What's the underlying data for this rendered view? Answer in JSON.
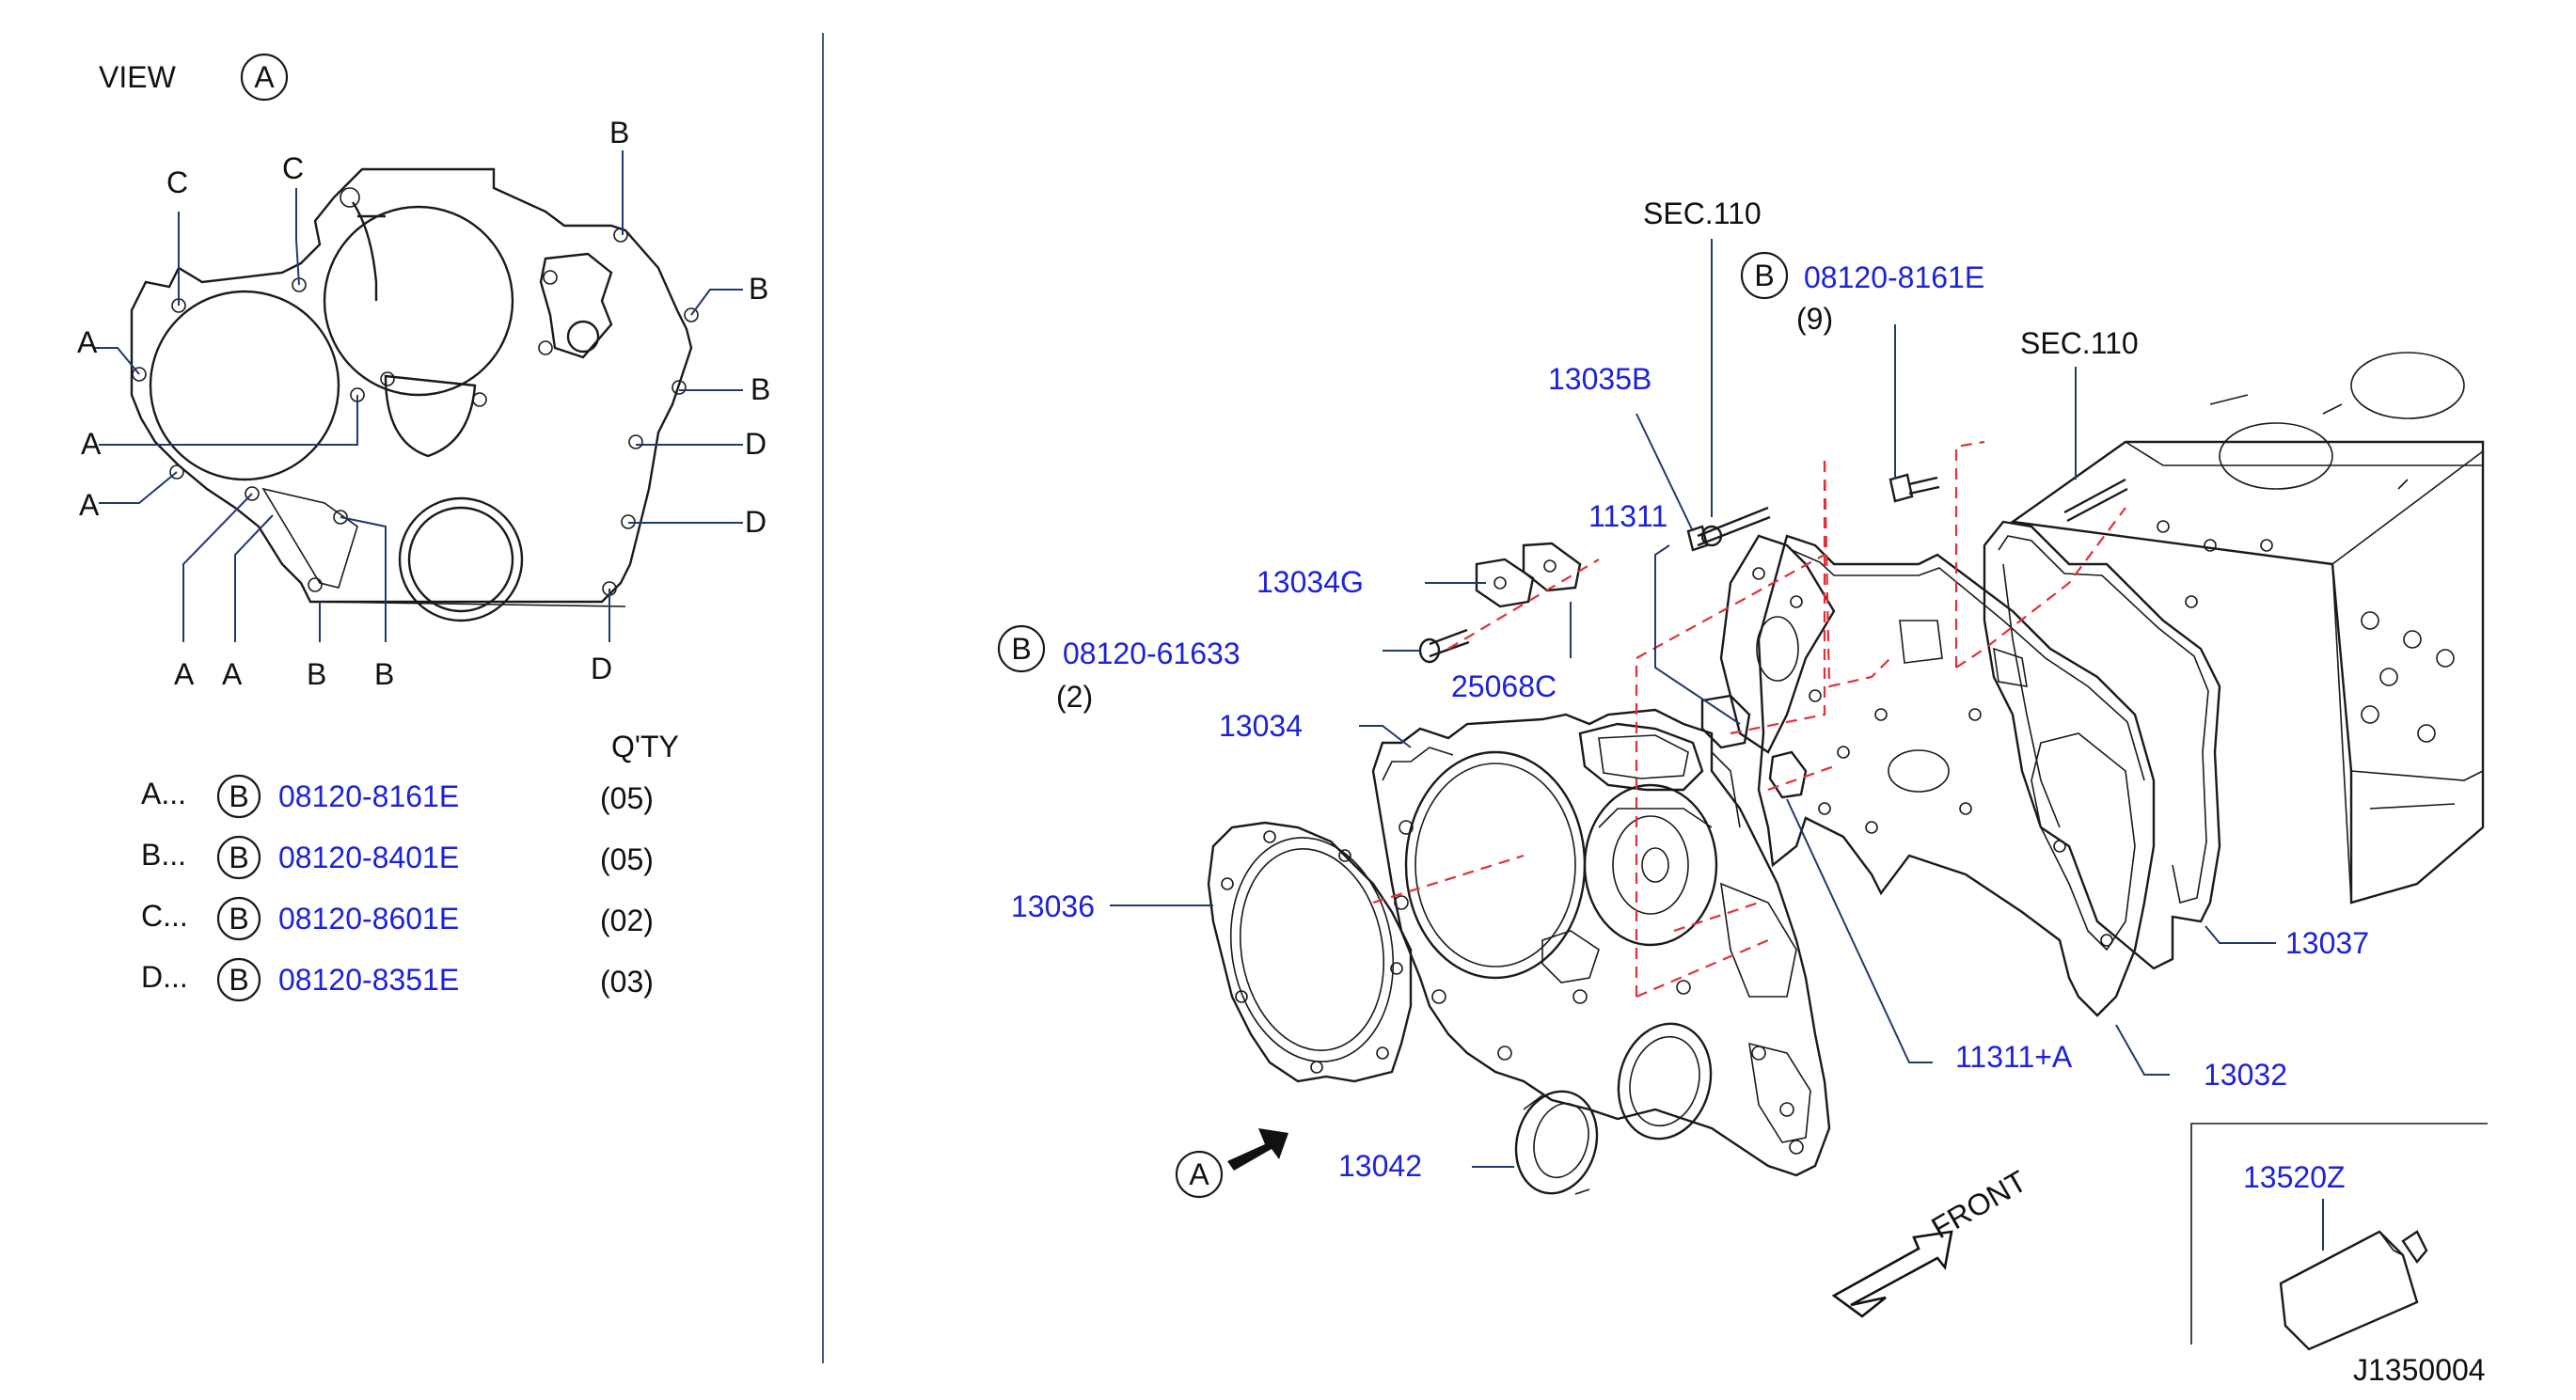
{
  "view": {
    "title": "VIEW",
    "ref": "A"
  },
  "view_callouts": {
    "A1": "A",
    "A2": "A",
    "A3": "A",
    "A4": "A",
    "A5": "A",
    "B1": "B",
    "B2": "B",
    "B3": "B",
    "B4": "B",
    "B5": "B",
    "C1": "C",
    "C2": "C",
    "D1": "D",
    "D2": "D",
    "D3": "D"
  },
  "qty_table": {
    "header": "Q'TY",
    "rows": [
      {
        "key": "A...",
        "badge": "B",
        "part": "08120-8161E",
        "qty": "(05)"
      },
      {
        "key": "B...",
        "badge": "B",
        "part": "08120-8401E",
        "qty": "(05)"
      },
      {
        "key": "C...",
        "badge": "B",
        "part": "08120-8601E",
        "qty": "(02)"
      },
      {
        "key": "D...",
        "badge": "B",
        "part": "08120-8351E",
        "qty": "(03)"
      }
    ]
  },
  "callouts": {
    "sec110_top": "SEC.110",
    "bolt_top_badge": "B",
    "bolt_top_part": "08120-8161E",
    "bolt_top_qty": "(9)",
    "sec110_right": "SEC.110",
    "p13035B": "13035B",
    "p11311": "11311",
    "p13034G": "13034G",
    "bolt_left_badge": "B",
    "bolt_left_part": "08120-61633",
    "bolt_left_qty": "(2)",
    "p25068C": "25068C",
    "p13034": "13034",
    "p13036": "13036",
    "p13037": "13037",
    "p11311A": "11311+A",
    "p13032": "13032",
    "view_arrow_ref": "A",
    "p13042": "13042",
    "front": "FRONT",
    "p13520Z": "13520Z"
  },
  "diagram_code": "J1350004",
  "colors": {
    "part_number": "#1c22d9",
    "leader": "#1f3a6e",
    "phantom": "#e0303a",
    "outline": "#1a1a1a"
  }
}
